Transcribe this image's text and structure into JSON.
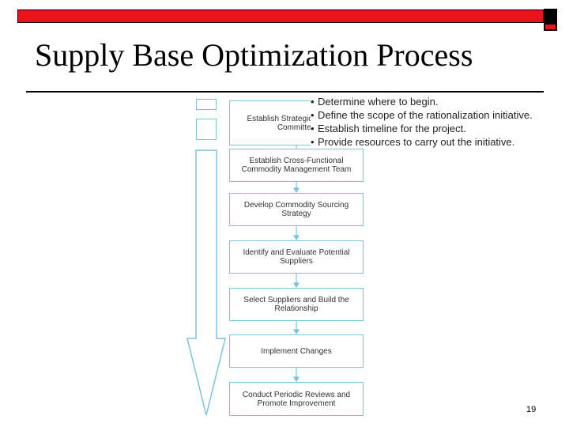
{
  "slide": {
    "title": "Supply Base Optimization Process",
    "page_number": "19"
  },
  "process_steps": [
    "Establish Strategic Sourcing Committee",
    "Establish Cross-Functional Commodity Management Team",
    "Develop Commodity Sourcing Strategy",
    "Identify and Evaluate Potential Suppliers",
    "Select Suppliers and Build the Relationship",
    "Implement Changes",
    "Conduct Periodic Reviews and Promote Improvement"
  ],
  "bullets": [
    "Determine where to begin.",
    "Define the scope of the rationalization initiative.",
    "Establish timeline for the project.",
    "Provide resources to carry out the initiative."
  ],
  "colors": {
    "accent_red": "#e8141a",
    "box_border": "#7ac3dc"
  }
}
